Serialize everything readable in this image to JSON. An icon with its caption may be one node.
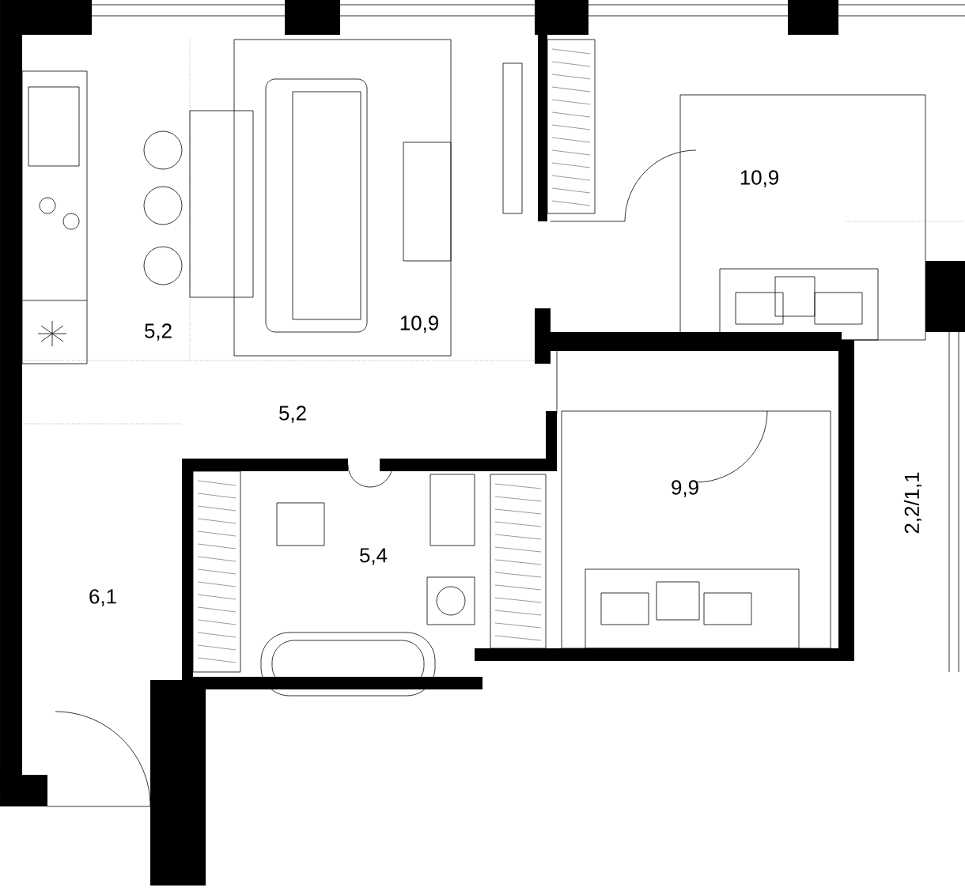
{
  "diagram": {
    "labels": [
      "10,9",
      "10,9",
      "5,2",
      "5,2",
      "9,9",
      "2,2/1,1",
      "5,4",
      "6,1"
    ]
  }
}
